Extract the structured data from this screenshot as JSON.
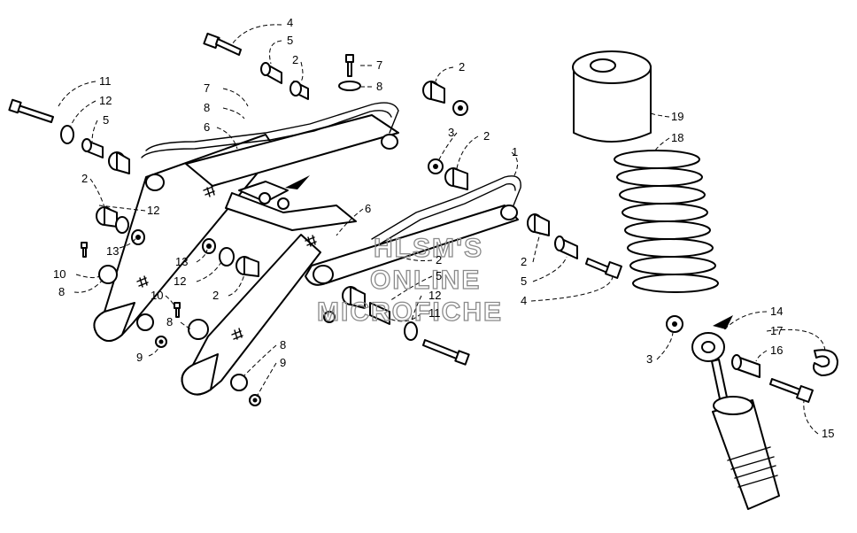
{
  "watermark": {
    "line1": "HLSM'S",
    "line2": "ONLINE",
    "line3": "MICROFICHE"
  },
  "callouts": {
    "c1": "1",
    "c2a": "2",
    "c2b": "2",
    "c2c": "2",
    "c2d": "2",
    "c2e": "2",
    "c2f": "2",
    "c2g": "2",
    "c3a": "3",
    "c3b": "3",
    "c4a": "4",
    "c4b": "4",
    "c5a": "5",
    "c5b": "5",
    "c5c": "5",
    "c5d": "5",
    "c6a": "6",
    "c6b": "6",
    "c7a": "7",
    "c7b": "7",
    "c8a": "8",
    "c8b": "8",
    "c8c": "8",
    "c8d": "8",
    "c8e": "8",
    "c9a": "9",
    "c9b": "9",
    "c10a": "10",
    "c10b": "10",
    "c11a": "11",
    "c11b": "11",
    "c12a": "12",
    "c12b": "12",
    "c12c": "12",
    "c12d": "12",
    "c13a": "13",
    "c13b": "13",
    "c14": "14",
    "c15": "15",
    "c16": "16",
    "c17": "17",
    "c18": "18",
    "c19": "19"
  }
}
